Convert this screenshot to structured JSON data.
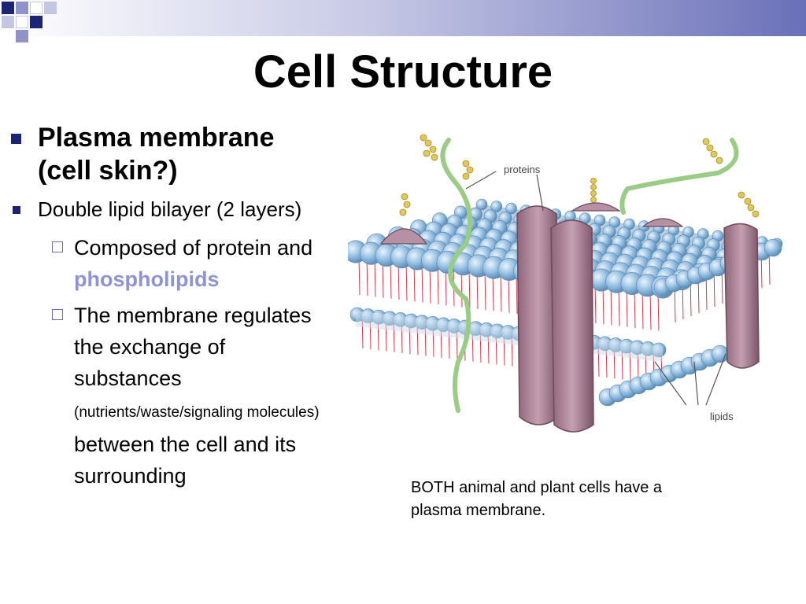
{
  "slide": {
    "title": "Cell Structure",
    "bullet1": "Plasma membrane (cell skin?)",
    "bullet2": "Double lipid bilayer (2 layers)",
    "sub1_a": "Composed of protein and ",
    "sub1_hl": "phospholipids",
    "sub2_a": "The membrane regulates the exchange of substances ",
    "sub2_small": "(nutrients/waste/signaling molecules)",
    "sub2_b": " between the cell and its surrounding"
  },
  "figure": {
    "label_proteins": "proteins",
    "label_lipids": "lipids",
    "caption": "BOTH animal and plant cells have a plasma membrane."
  },
  "colors": {
    "accent": "#1d2473",
    "highlight": "#8e93d6",
    "bead": "#8fbbe0",
    "protein": "#a77e93",
    "lipid_tail": "#d23a4f",
    "carbohydrate": "#e3c757",
    "strand": "#9bcc86"
  }
}
